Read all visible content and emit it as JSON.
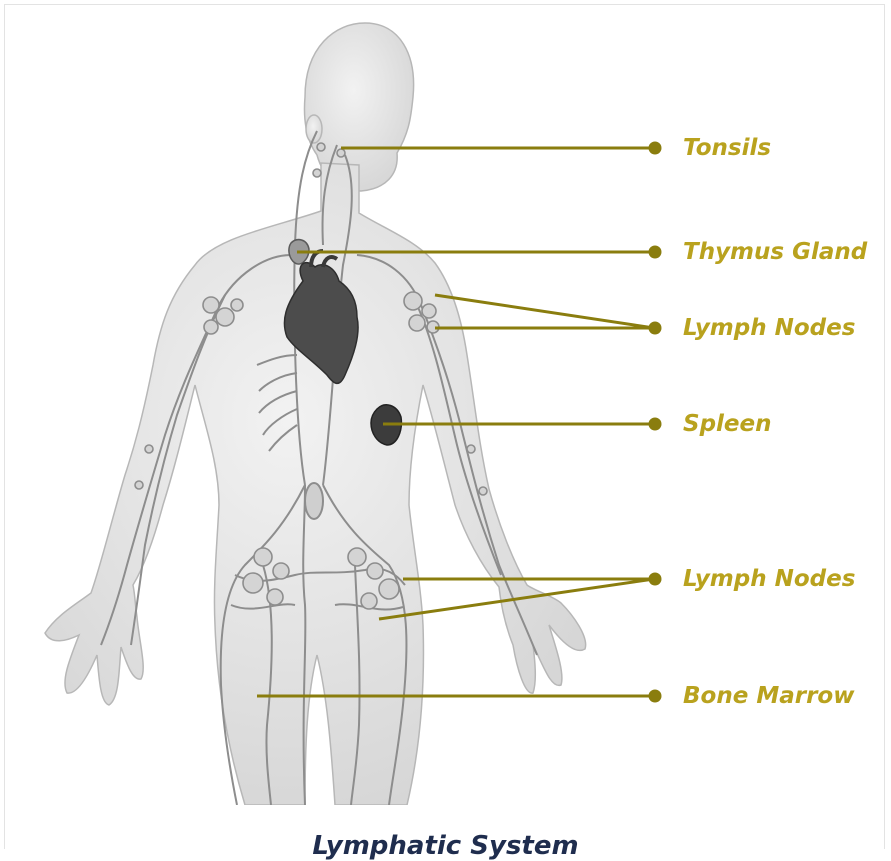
{
  "colors": {
    "accent": "#8a7d0e",
    "label": "#b9a21e",
    "caption": "#1f2d4e",
    "body_fill": "#e6e6e6",
    "body_stroke": "#b7b7b7",
    "vessel": "#8d8d8d",
    "organ": "#4c4c4c"
  },
  "labels": {
    "tonsils": "Tonsils",
    "thymus": "Thymus Gland",
    "lymph_nodes_upper": "Lymph Nodes",
    "spleen": "Spleen",
    "lymph_nodes_lower": "Lymph Nodes",
    "bone_marrow": "Bone Marrow"
  },
  "caption": "Lymphatic System"
}
